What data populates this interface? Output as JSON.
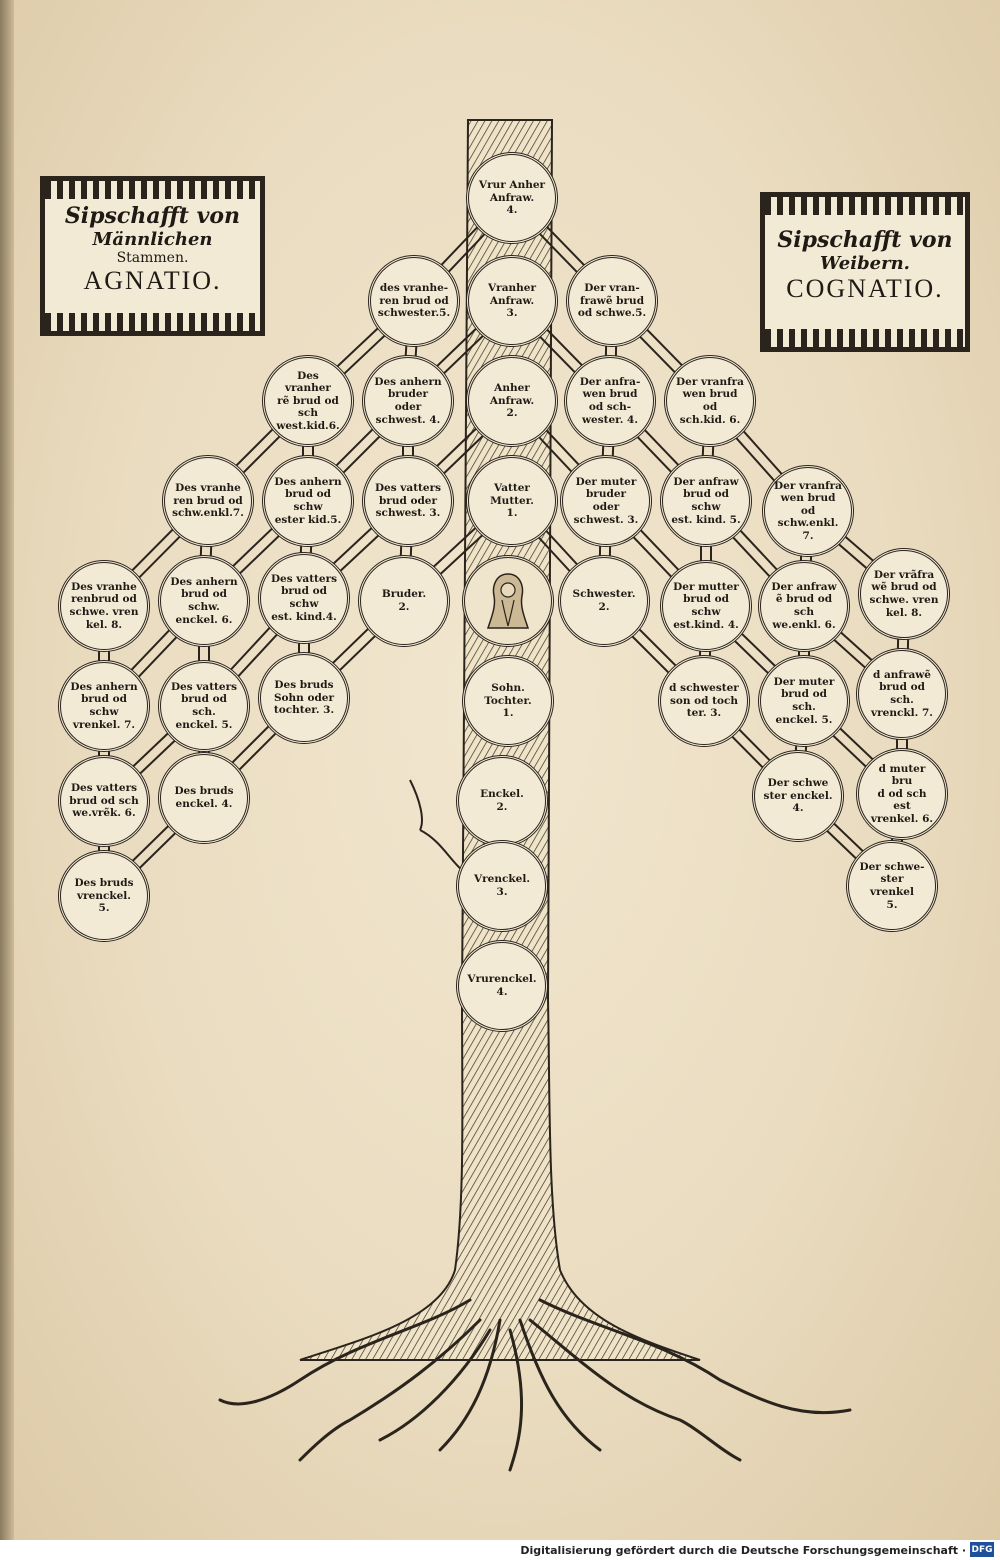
{
  "titles": {
    "left": {
      "line1": "Sipschafft von",
      "line2": "Männlichen",
      "line3": "Stammen.",
      "line4": "AGNATIO."
    },
    "right": {
      "line1": "Sipschafft von",
      "line2": "Weibern.",
      "line4": "COGNATIO."
    }
  },
  "nodes": [
    {
      "id": "vrur-anher",
      "label": "Vrur Anher\nAnfraw.\n4."
    },
    {
      "id": "vranher",
      "label": "Vranher\nAnfraw.\n3."
    },
    {
      "id": "anher",
      "label": "Anher\nAnfraw.\n2."
    },
    {
      "id": "vatter",
      "label": "Vatter\nMutter.\n1."
    },
    {
      "id": "ego",
      "label": ""
    },
    {
      "id": "sohn",
      "label": "Sohn.\nTochter.\n1."
    },
    {
      "id": "enckel",
      "label": "Enckel.\n2."
    },
    {
      "id": "vrenckel",
      "label": "Vrenckel.\n3."
    },
    {
      "id": "vrurenckel",
      "label": "Vrurenckel.\n4."
    },
    {
      "id": "l-r1",
      "label": "des vranhe-\nren brud od\nschwester.5."
    },
    {
      "id": "l-r2a",
      "label": "Des vranher\nrẽ brud od sch\nwest.kid.6."
    },
    {
      "id": "l-r2b",
      "label": "Des anhern\nbruder oder\nschwest. 4."
    },
    {
      "id": "l-r3a",
      "label": "Des vranhe\nren brud od\nschw.enkl.7."
    },
    {
      "id": "l-r3b",
      "label": "Des anhern\nbrud od schw\nester kid.5."
    },
    {
      "id": "l-r3c",
      "label": "Des vatters\nbrud oder\nschwest. 3."
    },
    {
      "id": "l-r4a",
      "label": "Des vranhe\nrenbrud od\nschwe. vren\nkel. 8."
    },
    {
      "id": "l-r4b",
      "label": "Des anhern\nbrud od schw.\nenckel. 6."
    },
    {
      "id": "l-r4c",
      "label": "Des vatters\nbrud od schw\nest. kind.4."
    },
    {
      "id": "l-r4d",
      "label": "Bruder.\n2."
    },
    {
      "id": "l-r5a",
      "label": "Des anhern\nbrud od schw\nvrenkel. 7."
    },
    {
      "id": "l-r5b",
      "label": "Des vatters\nbrud od sch.\nenckel. 5."
    },
    {
      "id": "l-r5c",
      "label": "Des bruds\nSohn oder\ntochter. 3."
    },
    {
      "id": "l-r6a",
      "label": "Des vatters\nbrud od sch\nwe.vrẽk. 6."
    },
    {
      "id": "l-r6b",
      "label": "Des bruds\nenckel. 4."
    },
    {
      "id": "l-r7a",
      "label": "Des bruds\nvrenckel.\n5."
    },
    {
      "id": "r-r1",
      "label": "Der vran-\nfrawẽ brud\nod schwe.5."
    },
    {
      "id": "r-r2a",
      "label": "Der anfra-\nwen brud od sch-\nwester. 4."
    },
    {
      "id": "r-r2b",
      "label": "Der vranfra\nwen brud od\nsch.kid. 6."
    },
    {
      "id": "r-r3a",
      "label": "Der muter\nbruder oder\nschwest. 3."
    },
    {
      "id": "r-r3b",
      "label": "Der anfraw\nbrud od schw\nest. kind. 5."
    },
    {
      "id": "r-r3c",
      "label": "Der vranfra\nwen brud od\nschw.enkl. 7."
    },
    {
      "id": "r-r4a",
      "label": "Schwester.\n2."
    },
    {
      "id": "r-r4b",
      "label": "Der mutter\nbrud od schw\nest.kind. 4."
    },
    {
      "id": "r-r4c",
      "label": "Der anfraw\nẽ brud od sch\nwe.enkl. 6."
    },
    {
      "id": "r-r4d",
      "label": "Der vrãfra\nwẽ brud od\nschwe. vren\nkel. 8."
    },
    {
      "id": "r-r5a",
      "label": "d schwester\nson od toch\nter. 3."
    },
    {
      "id": "r-r5b",
      "label": "Der muter\nbrud od sch.\nenckel. 5."
    },
    {
      "id": "r-r5c",
      "label": "d anfrawẽ\nbrud od sch.\nvrenckl. 7."
    },
    {
      "id": "r-r6a",
      "label": "Der schwe\nster enckel.\n4."
    },
    {
      "id": "r-r6b",
      "label": "d muter bru\nd od sch est\nvrenkel. 6."
    },
    {
      "id": "r-r7a",
      "label": "Der schwe-\nster vrenkel\n5."
    }
  ],
  "footer": {
    "text": "Digitalisierung gefördert durch die Deutsche Forschungsgemeinschaft ·",
    "logo": "DFG"
  }
}
